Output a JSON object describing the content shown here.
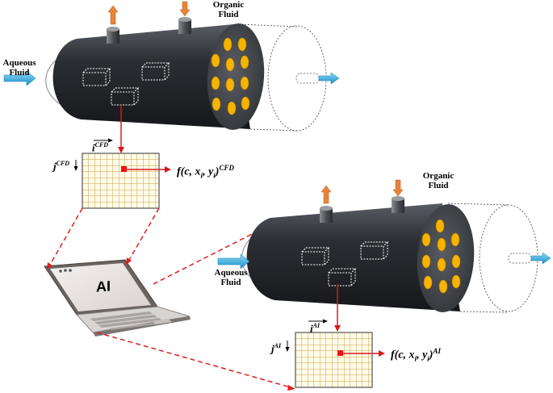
{
  "top_unit": {
    "organic_label_line1": "Organic",
    "organic_label_line2": "Fluid",
    "aqueous_label_line1": "Aqueous",
    "aqueous_label_line2": "Fluid",
    "grid_label_i": "i",
    "grid_label_i_sup": "CFD",
    "grid_label_j": "j",
    "grid_label_j_sup": "CFD",
    "function_main": "f(c, x",
    "function_sub1": "i",
    "function_mid": ", y",
    "function_sub2": "i",
    "function_end": ")",
    "function_sup": "CFD"
  },
  "laptop": {
    "screen_text": "AI"
  },
  "bottom_unit": {
    "organic_label_line1": "Organic",
    "organic_label_line2": "Fluid",
    "aqueous_label_line1": "Aqueous",
    "aqueous_label_line2": "Fluid",
    "grid_label_i": "i",
    "grid_label_i_sup": "AI",
    "grid_label_j": "j",
    "grid_label_j_sup": "AI",
    "function_main": "f(c, x",
    "function_sub1": "i",
    "function_mid": ", y",
    "function_sub2": "i",
    "function_end": ")",
    "function_sup": "AI"
  },
  "colors": {
    "cylinder_body": "#2b2e33",
    "cylinder_end": "#4a4d52",
    "droplet_fill": "#f5b400",
    "grid_line": "#c8a04a",
    "grid_bg": "#fffbe8",
    "flow_arrow": "#3ab0e2",
    "dashed_link": "#e01e1e",
    "probe_line": "#d61a1a",
    "outlet_arrow": "#e8843a"
  }
}
